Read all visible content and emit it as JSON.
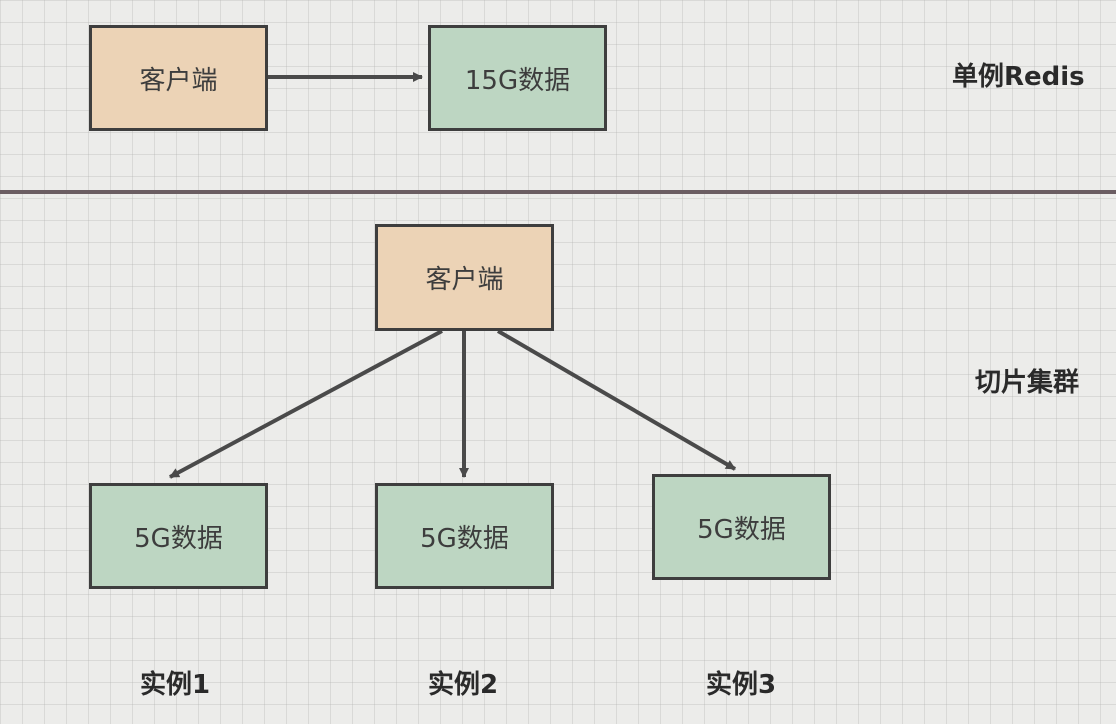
{
  "top": {
    "client": "客户端",
    "data": "15G数据",
    "label": "单例Redis"
  },
  "bottom": {
    "client": "客户端",
    "label": "切片集群",
    "instances": [
      {
        "data": "5G数据",
        "label": "实例1"
      },
      {
        "data": "5G数据",
        "label": "实例2"
      },
      {
        "data": "5G数据",
        "label": "实例3"
      }
    ]
  },
  "colors": {
    "client_fill": "#ecd3b6",
    "data_fill": "#bdd6c2",
    "border": "#3e3e3e",
    "divider": "#6b5d62"
  }
}
